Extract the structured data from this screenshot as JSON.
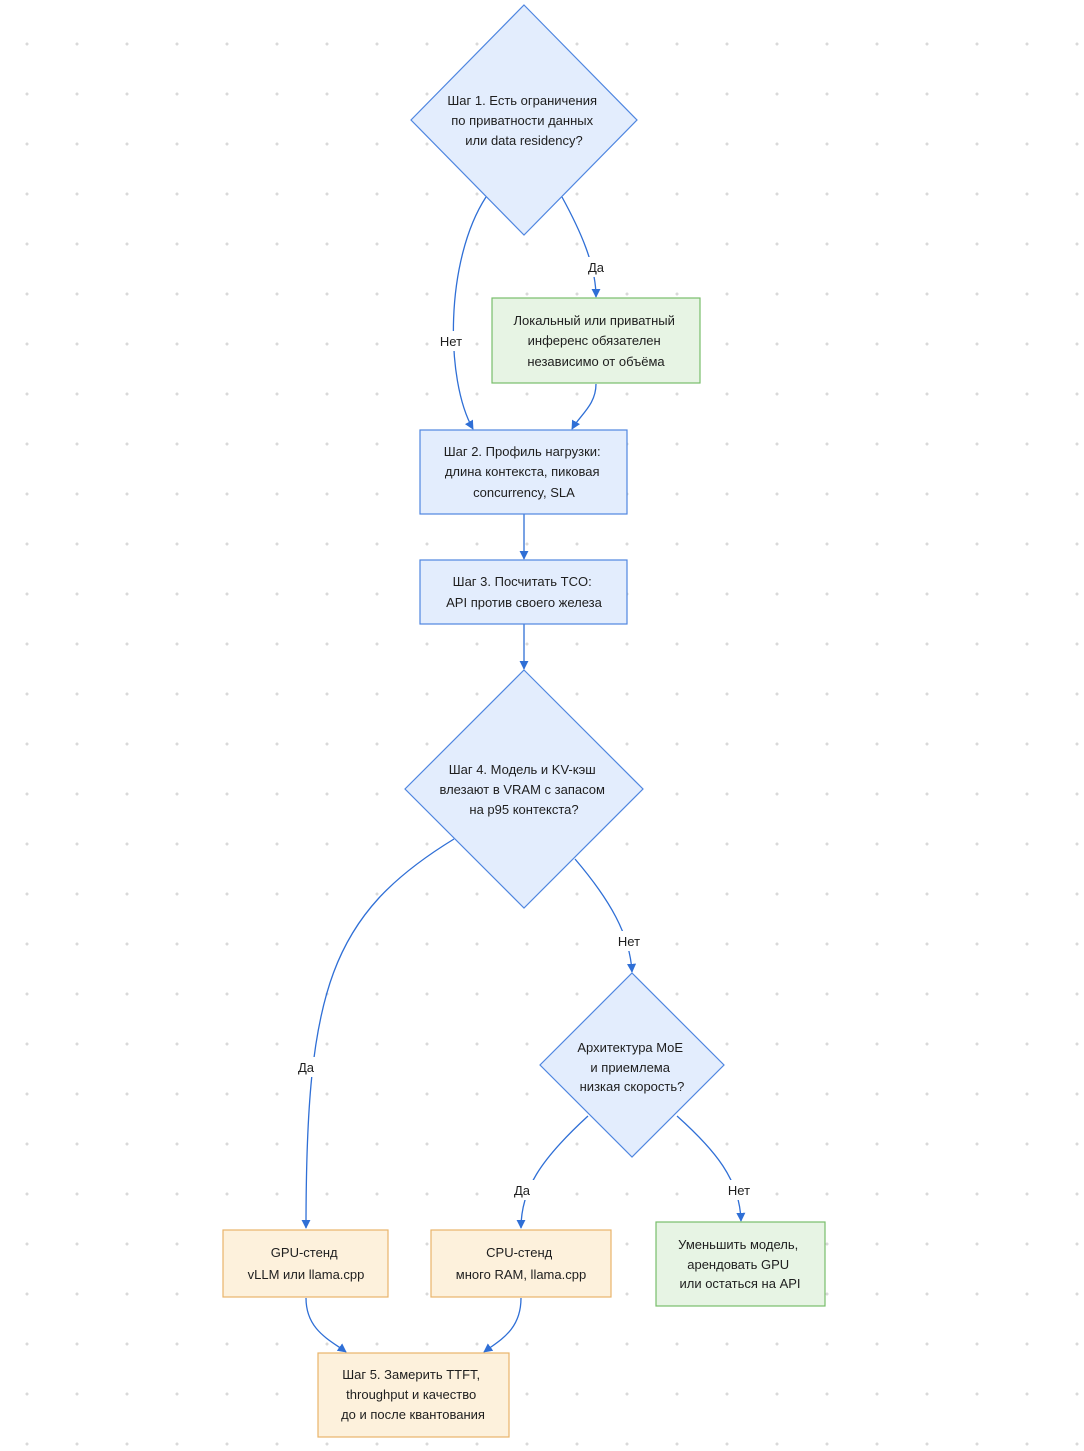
{
  "nodes": {
    "step1": {
      "lines": [
        "Шаг 1. Есть ограничения",
        "по приватности данных",
        "или data residency?"
      ]
    },
    "local": {
      "lines": [
        "Локальный или приватный",
        "инференс обязателен",
        "независимо от объёма"
      ]
    },
    "step2": {
      "lines": [
        "Шаг 2. Профиль нагрузки:",
        "длина контекста, пиковая",
        "concurrency, SLA"
      ]
    },
    "step3": {
      "lines": [
        "Шаг 3. Посчитать TCO:",
        "API против своего железа"
      ]
    },
    "step4": {
      "lines": [
        "Шаг 4. Модель и KV-кэш",
        "влезают в VRAM с запасом",
        "на p95 контекста?"
      ]
    },
    "moe": {
      "lines": [
        "Архитектура MoE",
        "и приемлема",
        "низкая скорость?"
      ]
    },
    "gpu": {
      "lines": [
        "GPU-стенд",
        "vLLM или llama.cpp"
      ]
    },
    "cpu": {
      "lines": [
        "CPU-стенд",
        "много RAM, llama.cpp"
      ]
    },
    "reduce": {
      "lines": [
        "Уменьшить модель,",
        "арендовать GPU",
        "или остаться на API"
      ]
    },
    "step5": {
      "lines": [
        "Шаг 5. Замерить TTFT,",
        "throughput и качество",
        "до и после квантования"
      ]
    }
  },
  "edge_labels": {
    "step1_yes": "Да",
    "step1_no": "Нет",
    "step4_yes": "Да",
    "step4_no": "Нет",
    "moe_yes": "Да",
    "moe_no": "Нет"
  },
  "colors": {
    "decision_fill": "#e3edfd",
    "process_fill": "#e3edfd",
    "success_fill": "#e7f4e4",
    "hardware_fill": "#fdf1dc",
    "edge": "#2f6fd6"
  }
}
